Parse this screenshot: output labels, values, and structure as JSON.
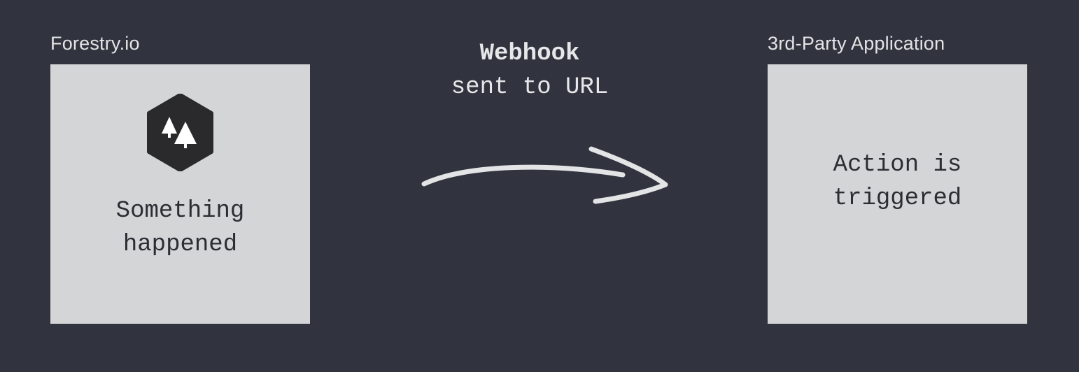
{
  "source": {
    "caption": "Forestry.io",
    "text_line1": "Something",
    "text_line2": "happened",
    "icon": "forestry-logo-icon"
  },
  "edge": {
    "label_line1": "Webhook",
    "label_line2": "sent to URL",
    "icon": "hand-drawn-arrow-icon"
  },
  "target": {
    "caption": "3rd-Party Application",
    "text_line1": "Action is",
    "text_line2": "triggered"
  },
  "colors": {
    "background": "#31343e",
    "box": "#d4d5d7",
    "logo": "#2a2a2c",
    "arrow": "#e3e4e6"
  }
}
